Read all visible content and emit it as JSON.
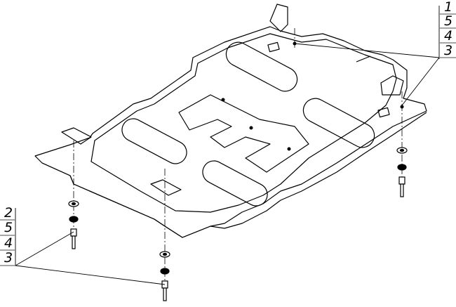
{
  "callouts": {
    "top_right": [
      "1",
      "5",
      "4",
      "3"
    ],
    "bottom_left": [
      "2",
      "5",
      "4",
      "3"
    ]
  },
  "colors": {
    "line": "#000000",
    "dash": "#000000",
    "leader_box": "#888888"
  }
}
